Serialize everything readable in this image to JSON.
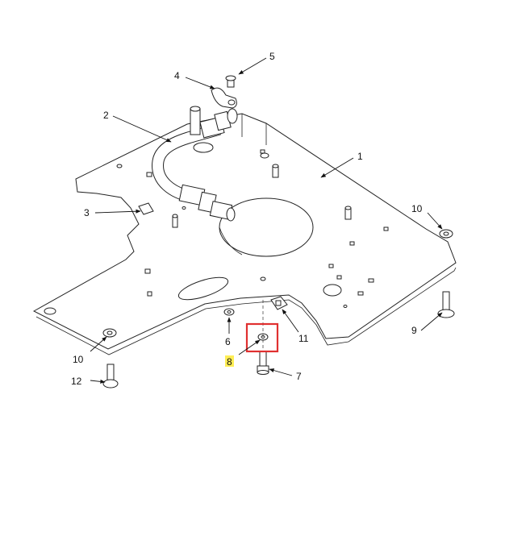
{
  "callouts": {
    "c1": "1",
    "c2": "2",
    "c3": "3",
    "c4": "4",
    "c5": "5",
    "c6": "6",
    "c7": "7",
    "c8": "8",
    "c9": "9",
    "c10a": "10",
    "c10b": "10",
    "c11": "11",
    "c12": "12"
  },
  "highlight": {
    "label_bg": "#ffee55",
    "box_color": "#e03030",
    "highlighted_item": "8"
  }
}
